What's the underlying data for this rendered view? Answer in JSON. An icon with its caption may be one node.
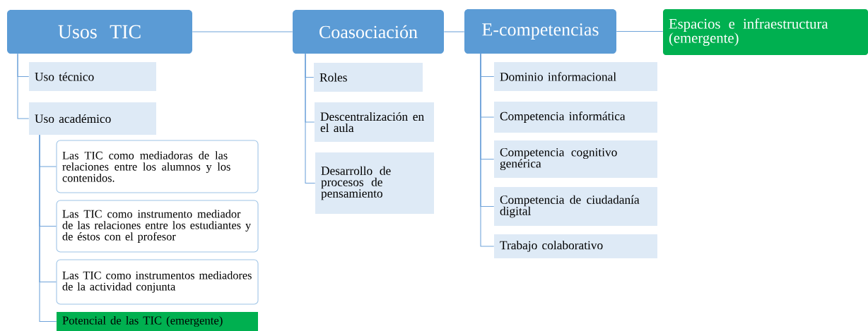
{
  "diagram": {
    "nodes": [
      {
        "text": [
          "Usos TIC"
        ]
      },
      {
        "text": [
          "Uso técnico"
        ]
      },
      {
        "text": [
          "Uso académico"
        ]
      },
      {
        "text": [
          "Las TIC como mediadoras de las relaciones entre los alumnos y los contenidos."
        ]
      },
      {
        "text": [
          "Las TIC como instrumento mediador de las relaciones entre los estudiantes y de éstos con el profesor"
        ]
      },
      {
        "text": [
          "Las TIC como instrumentos mediadores de la actividad conjunta"
        ]
      },
      {
        "text": [
          "Potencial de las TIC (emergente)"
        ]
      },
      {
        "text": [
          "Coasociación"
        ]
      },
      {
        "text": [
          "Roles"
        ]
      },
      {
        "text": [
          "Descentralización en el aula"
        ]
      },
      {
        "text": [
          "Desarrollo de procesos de pensamiento"
        ]
      },
      {
        "text": [
          "E-competencias"
        ]
      },
      {
        "text": [
          "Dominio informacional"
        ]
      },
      {
        "text": [
          "Competencia informática"
        ]
      },
      {
        "text": [
          "Competencia cognitivo genérica"
        ]
      },
      {
        "text": [
          "Competencia de ciudadanía digital"
        ]
      },
      {
        "text": [
          "Trabajo colaborativo"
        ]
      },
      {
        "text": [
          "Espacios e infraestructura (emergente)"
        ]
      }
    ],
    "edges": [
      {
        "from": 0,
        "to": 7,
        "arrow": "none"
      },
      {
        "from": 7,
        "to": 11,
        "arrow": "none"
      },
      {
        "from": 11,
        "to": 17,
        "arrow": "none"
      },
      {
        "from": 0,
        "to": 1,
        "arrow": "none"
      },
      {
        "from": 0,
        "to": 2,
        "arrow": "none"
      },
      {
        "from": 2,
        "to": 3,
        "arrow": "none"
      },
      {
        "from": 2,
        "to": 4,
        "arrow": "none"
      },
      {
        "from": 2,
        "to": 5,
        "arrow": "none"
      },
      {
        "from": 2,
        "to": 6,
        "arrow": "none"
      },
      {
        "from": 7,
        "to": 8,
        "arrow": "none"
      },
      {
        "from": 7,
        "to": 9,
        "arrow": "none"
      },
      {
        "from": 7,
        "to": 10,
        "arrow": "none"
      },
      {
        "from": 11,
        "to": 12,
        "arrow": "none"
      },
      {
        "from": 11,
        "to": 13,
        "arrow": "none"
      },
      {
        "from": 11,
        "to": 14,
        "arrow": "none"
      },
      {
        "from": 11,
        "to": 15,
        "arrow": "none"
      },
      {
        "from": 11,
        "to": 16,
        "arrow": "none"
      }
    ]
  }
}
